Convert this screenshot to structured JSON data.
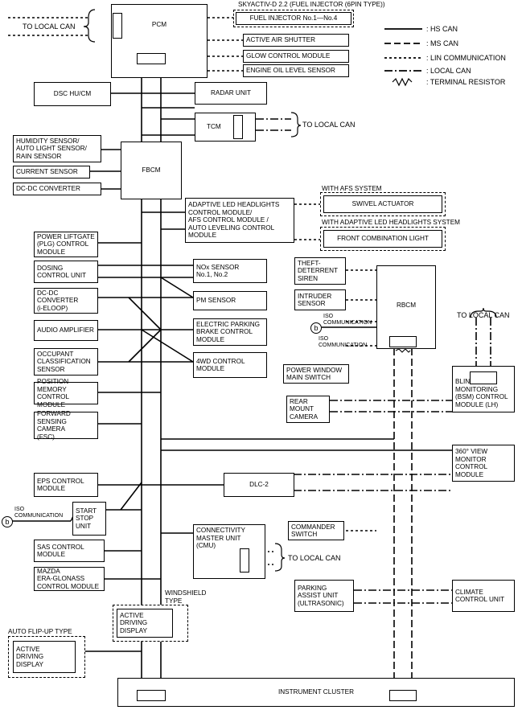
{
  "header": {
    "skyactiv": "SKYACTIV-D 2.2 (FUEL INJECTOR (6PIN TYPE))"
  },
  "legend": {
    "hs": ": HS CAN",
    "ms": ": MS CAN",
    "lin": ": LIN COMMUNICATION",
    "local": ": LOCAL CAN",
    "term": ": TERMINAL RESISTOR"
  },
  "labels": {
    "to_local_can": "TO LOCAL CAN",
    "iso": "ISO\nCOMMUNICATION",
    "with_afs": "WITH AFS SYSTEM",
    "with_adaptive": "WITH ADAPTIVE LED HEADLIGHTS SYSTEM",
    "windshield": "WINDSHIELD\nTYPE",
    "auto_flip": "AUTO FLIP-UP TYPE",
    "circle_b": "b"
  },
  "modules": {
    "pcm": "PCM",
    "fuel_injector": "FUEL INJECTOR No.1—No.4",
    "active_air_shutter": "ACTIVE AIR SHUTTER",
    "glow_control": "GLOW CONTROL MODULE",
    "engine_oil": "ENGINE OIL LEVEL SENSOR",
    "dsc": "DSC HU/CM",
    "radar": "RADAR UNIT",
    "tcm": "TCM",
    "humidity": "HUMIDITY SENSOR/\nAUTO LIGHT SENSOR/\nRAIN SENSOR",
    "current_sensor": "CURRENT SENSOR",
    "dcdc": "DC-DC CONVERTER",
    "fbcm": "FBCM",
    "adaptive_led": "ADAPTIVE LED HEADLIGHTS\nCONTROL MODULE/\nAFS CONTROL MODULE /\nAUTO LEVELING CONTROL\nMODULE",
    "swivel": "SWIVEL ACTUATOR",
    "front_combo": "FRONT COMBINATION LIGHT",
    "plg": "POWER LIFTGATE\n(PLG) CONTROL\nMODULE",
    "dosing": "DOSING\nCONTROL UNIT",
    "nox": "NOx SENSOR\nNo.1, No.2",
    "theft": "THEFT-\nDETERRENT\nSIREN",
    "dcdc_ieloop": "DC-DC\nCONVERTER\n(i-ELOOP)",
    "pm": "PM SENSOR",
    "intruder": "INTRUDER\nSENSOR",
    "rbcm": "RBCM",
    "audio": "AUDIO AMPLIFIER",
    "epb": "ELECTRIC PARKING\nBRAKE CONTROL\nMODULE",
    "occupant": "OCCUPANT\nCLASSIFICATION\nSENSOR",
    "awd": "4WD CONTROL\nMODULE",
    "power_window": "POWER WINDOW\nMAIN SWITCH",
    "position_memory": "POSITION MEMORY\nCONTROL MODULE",
    "rear_camera": "REAR MOUNT\nCAMERA",
    "bsm": "BLIND SPOT\nMONITORING\n(BSM) CONTROL\nMODULE (LH)",
    "fsc": "FORWARD\nSENSING CAMERA\n(FSC)",
    "view360": "360° VIEW\nMONITOR\nCONTROL\nMODULE",
    "eps": "EPS CONTROL\nMODULE",
    "dlc2": "DLC-2",
    "start_stop": "START\nSTOP\nUNIT",
    "cmu": "CONNECTIVITY\nMASTER UNIT\n(CMU)",
    "commander": "COMMANDER\nSWITCH",
    "sas": "SAS CONTROL\nMODULE",
    "era": "MAZDA\nERA-GLONASS\nCONTROL MODULE",
    "parking": "PARKING\nASSIST UNIT\n(ULTRASONIC)",
    "climate": "CLIMATE\nCONTROL UNIT",
    "add_windshield": "ACTIVE\nDRIVING\nDISPLAY",
    "add_flip": "ACTIVE\nDRIVING\nDISPLAY",
    "cluster": "INSTRUMENT CLUSTER"
  }
}
